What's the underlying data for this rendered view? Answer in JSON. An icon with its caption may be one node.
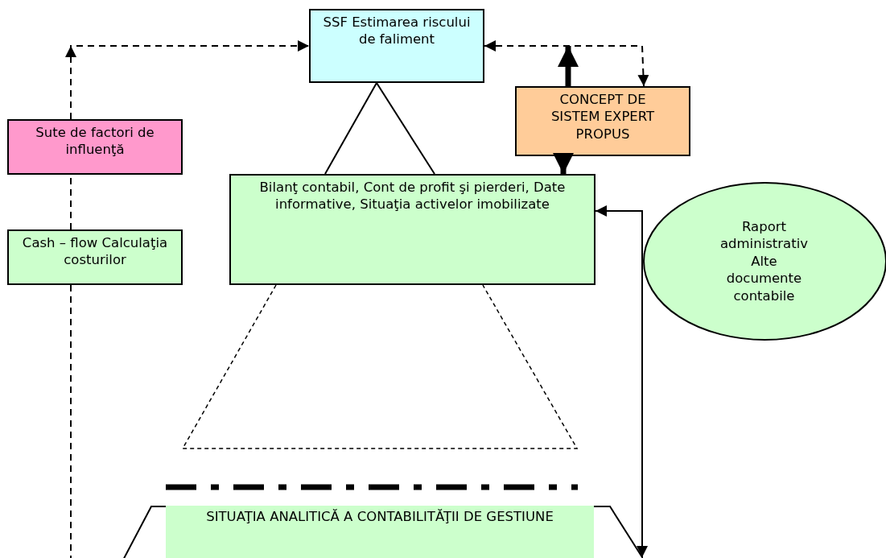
{
  "diagram": {
    "nodes": [
      {
        "text": [
          "SSF Estimarea riscului de faliment"
        ]
      },
      {
        "text": [
          "Sute de factori de influenţă"
        ]
      },
      {
        "text": [
          "Cash – flow Calculaţia costurilor"
        ]
      },
      {
        "text": [
          "CONCEPT DE SISTEM EXPERT PROPUS"
        ]
      },
      {
        "text": [
          "Bilanţ contabil, Cont de profit şi pierderi, Date informative, Situaţia activelor imobilizate"
        ]
      },
      {
        "text": [
          "Raport administrativ Alte documente contabile"
        ]
      },
      {
        "text": [
          "SITUAŢIA ANALITICĂ A CONTABILITĂŢII DE GESTIUNE"
        ]
      }
    ],
    "edges": [
      {
        "from": 1,
        "to": 0,
        "arrow": "to",
        "style": "dashed"
      },
      {
        "from": 2,
        "to": 1,
        "arrow": "none",
        "style": "dashed"
      },
      {
        "from": 2,
        "to": null,
        "arrow": "none",
        "style": "dashed"
      },
      {
        "from": 0,
        "to": 3,
        "arrow": "both",
        "style": "dashed"
      },
      {
        "from": 3,
        "to": null,
        "arrow": "to",
        "style": "thick"
      },
      {
        "from": 3,
        "to": 4,
        "arrow": "to",
        "style": "thick"
      },
      {
        "from": 4,
        "to": 6,
        "arrow": "both"
      }
    ]
  }
}
